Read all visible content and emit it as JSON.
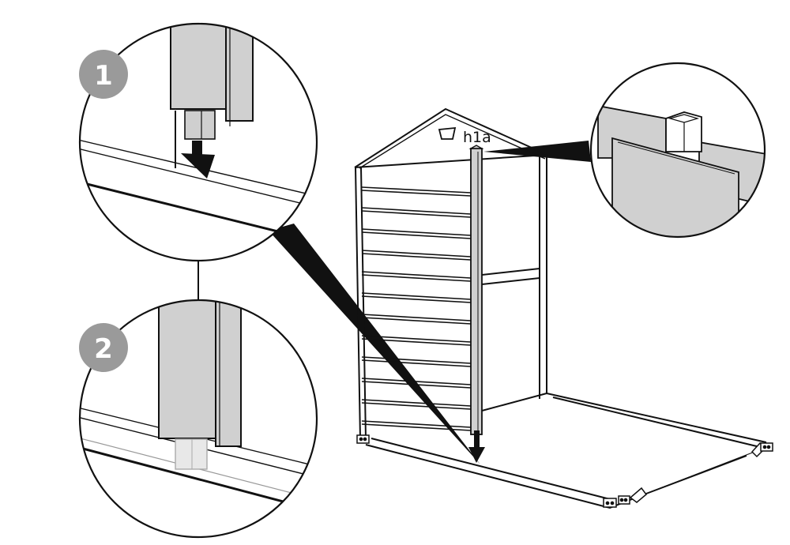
{
  "diagram": {
    "steps": [
      {
        "number": "1",
        "badge_color": "#9a9a9a"
      },
      {
        "number": "2",
        "badge_color": "#9a9a9a"
      }
    ],
    "part_label": "h1a",
    "part_icon": "panel-part-icon",
    "colors": {
      "line": "#111111",
      "panel_gray": "#cfcfcf",
      "panel_gray_dark": "#a9a9a9",
      "background": "#ffffff"
    }
  }
}
